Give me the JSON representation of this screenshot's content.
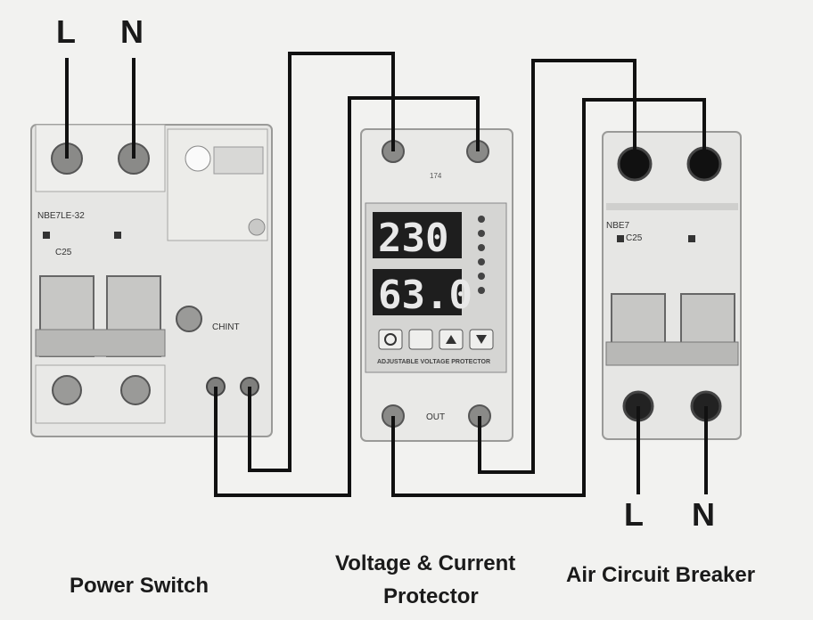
{
  "terminals": {
    "top_left_l": "L",
    "top_left_n": "N",
    "bottom_right_l": "L",
    "bottom_right_n": "N"
  },
  "devices": {
    "power_switch": {
      "caption": "Power Switch",
      "model": "NBE7LE-32",
      "rating": "C25",
      "brand": "CHINT"
    },
    "protector": {
      "caption_line1": "Voltage & Current",
      "caption_line2": "Protector",
      "top_mark": "174",
      "voltage_display": "230",
      "current_display": "63.0",
      "panel_text": "ADJUSTABLE VOLTAGE PROTECTOR",
      "out_label": "OUT"
    },
    "air_circuit_breaker": {
      "caption": "Air Circuit Breaker",
      "model": "NBE7",
      "rating": "C25"
    }
  },
  "colors": {
    "wire": "#111111",
    "device_body": "#e9e9e7",
    "display_bg": "#1e1e1e"
  }
}
